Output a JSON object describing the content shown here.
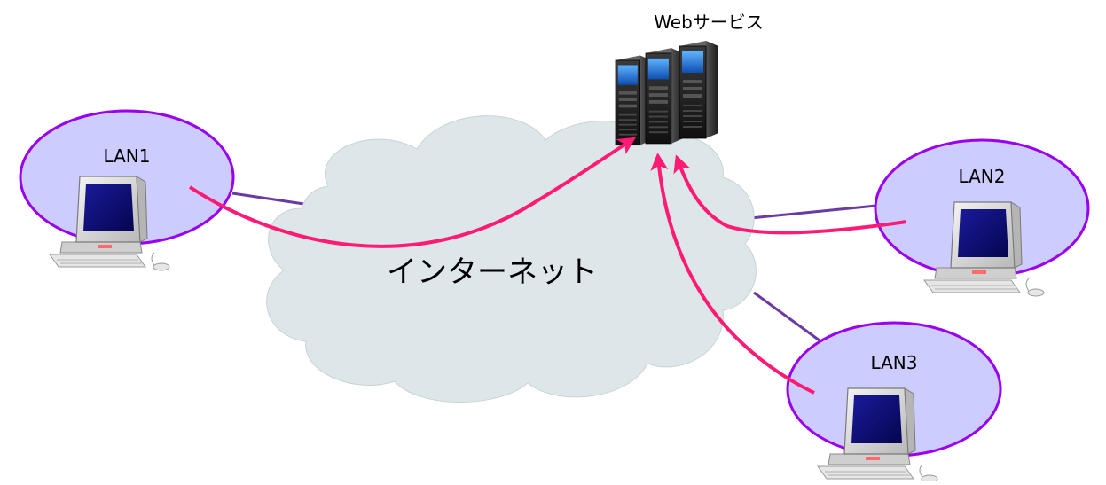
{
  "server": {
    "label": "Webサービス"
  },
  "cloud": {
    "label": "インターネット"
  },
  "lans": [
    {
      "label": "LAN1"
    },
    {
      "label": "LAN2"
    },
    {
      "label": "LAN3"
    }
  ],
  "colors": {
    "background": "#ffffff",
    "cloud_fill": "#dde6e8",
    "lan_fill": "#ccccff",
    "lan_stroke": "#9a00ee",
    "link_line": "#6a3aa2",
    "flow_arrow": "#ff1a73",
    "monitor_screen": "#0a0a78",
    "computer_body": "#d8d8d8",
    "server_body": "#2a2a2a",
    "server_screen": "#1e7fe0"
  },
  "icons": {
    "server": "server-rack-icon",
    "computer": "desktop-computer-icon",
    "cloud": "cloud-shape"
  }
}
